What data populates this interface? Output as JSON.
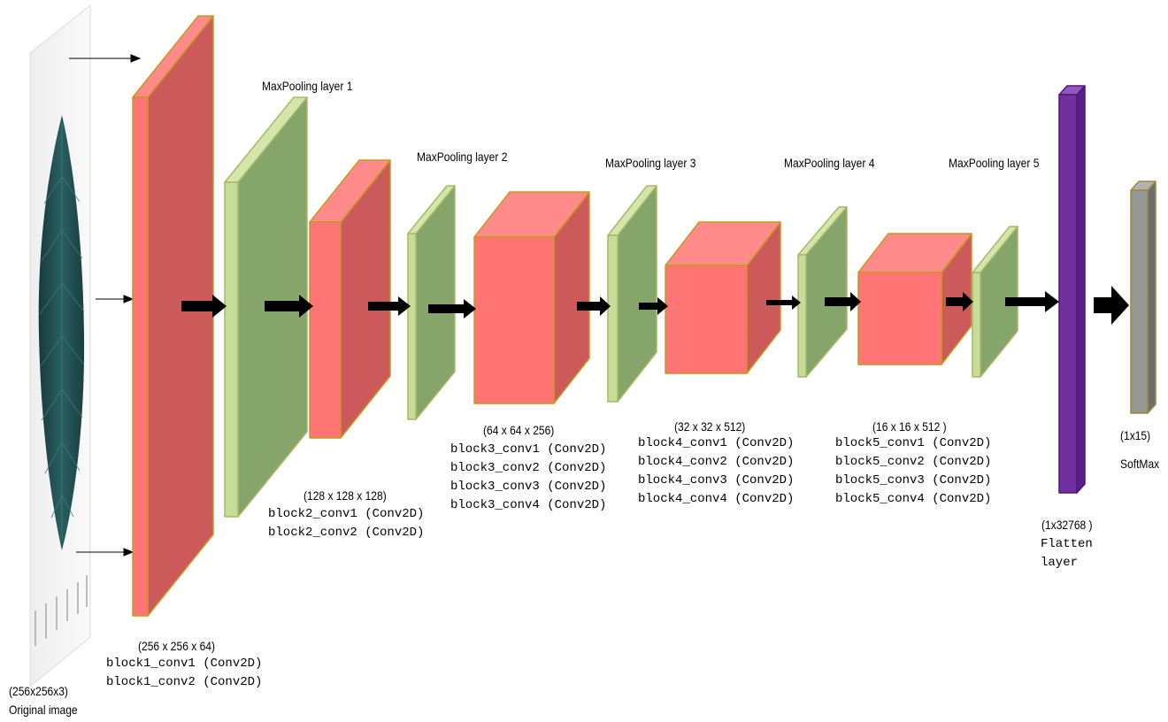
{
  "input": {
    "size_label": "(256x256x3)",
    "name_label": "Original image"
  },
  "blocks": [
    {
      "output_label": "(256 x 256  x 64)",
      "layers": [
        "block1_conv1  (Conv2D)",
        "block1_conv2  (Conv2D)"
      ],
      "pool_label": "MaxPooling  layer 1"
    },
    {
      "output_label": "(128 x 128 x  128)",
      "layers": [
        "block2_conv1  (Conv2D)",
        "block2_conv2  (Conv2D)"
      ],
      "pool_label": "MaxPooling  layer 2"
    },
    {
      "output_label": "(64 x 64  x 256)",
      "layers": [
        "block3_conv1  (Conv2D)",
        "block3_conv2  (Conv2D)",
        "block3_conv3  (Conv2D)",
        "block3_conv4  (Conv2D)"
      ],
      "pool_label": "MaxPooling  layer 3"
    },
    {
      "output_label": "(32 x 32  x 512)",
      "layers": [
        "block4_conv1  (Conv2D)",
        "block4_conv2  (Conv2D)",
        "block4_conv3  (Conv2D)",
        "block4_conv4  (Conv2D)"
      ],
      "pool_label": "MaxPooling  layer 4"
    },
    {
      "output_label": "(16 x 16  x 512 )",
      "layers": [
        "block5_conv1  (Conv2D)",
        "block5_conv2  (Conv2D)",
        "block5_conv3  (Conv2D)",
        "block5_conv4  (Conv2D)"
      ],
      "pool_label": "MaxPooling  layer 5"
    }
  ],
  "flatten": {
    "size_label": "(1x32768 )",
    "name_lines": [
      "Flatten",
      "layer"
    ]
  },
  "softmax": {
    "size_label": "(1x15)",
    "name_label": "SoftMax"
  },
  "colors": {
    "conv_front": "#ff7575",
    "conv_top": "#ff8a8a",
    "conv_side": "#cd5a5a",
    "conv_edge": "#c9971f",
    "pool_front": "#c6dc98",
    "pool_top": "#d4e6aa",
    "pool_side": "#86a56a",
    "pool_edge": "#a8b866",
    "flatten_front": "#7030a0",
    "flatten_top": "#9556c4",
    "flatten_side": "#5a1f87",
    "softmax_front": "#969696",
    "softmax_top": "#b2b2b2",
    "softmax_side": "#6e6e6e",
    "leaf": "#1f4b4d",
    "arrow": "#000000"
  }
}
